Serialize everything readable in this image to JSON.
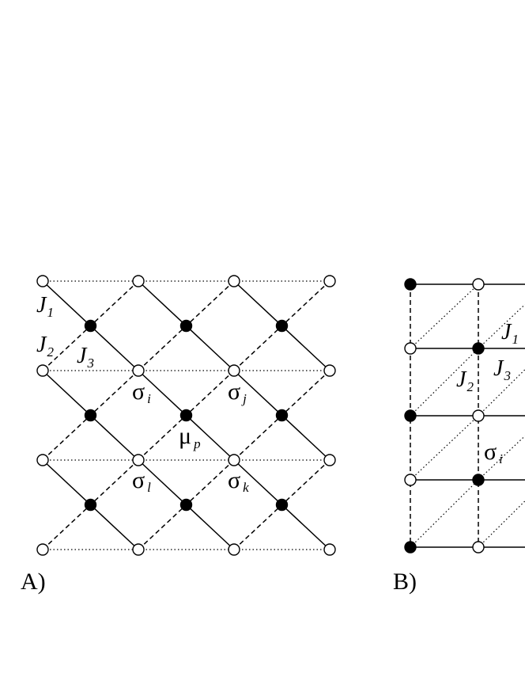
{
  "panel_a": {
    "label": "A)",
    "coupling_labels": [
      {
        "base": "J",
        "sub": "1"
      },
      {
        "base": "J",
        "sub": "2"
      },
      {
        "base": "J",
        "sub": "3"
      }
    ],
    "site_labels": [
      {
        "base": "σ",
        "sub": "i"
      },
      {
        "base": "σ",
        "sub": "j"
      },
      {
        "base": "μ",
        "sub": "p"
      },
      {
        "base": "σ",
        "sub": "l"
      },
      {
        "base": "σ",
        "sub": "k"
      }
    ],
    "site_colors": {
      "open": "#ffffff",
      "filled": "#000000"
    }
  },
  "panel_b": {
    "label": "B)",
    "coupling_labels": [
      {
        "base": "J",
        "sub": "1"
      },
      {
        "base": "J",
        "sub": "2"
      },
      {
        "base": "J",
        "sub": "3"
      }
    ],
    "site_labels": [
      {
        "base": "σ",
        "sub": "i"
      }
    ]
  }
}
